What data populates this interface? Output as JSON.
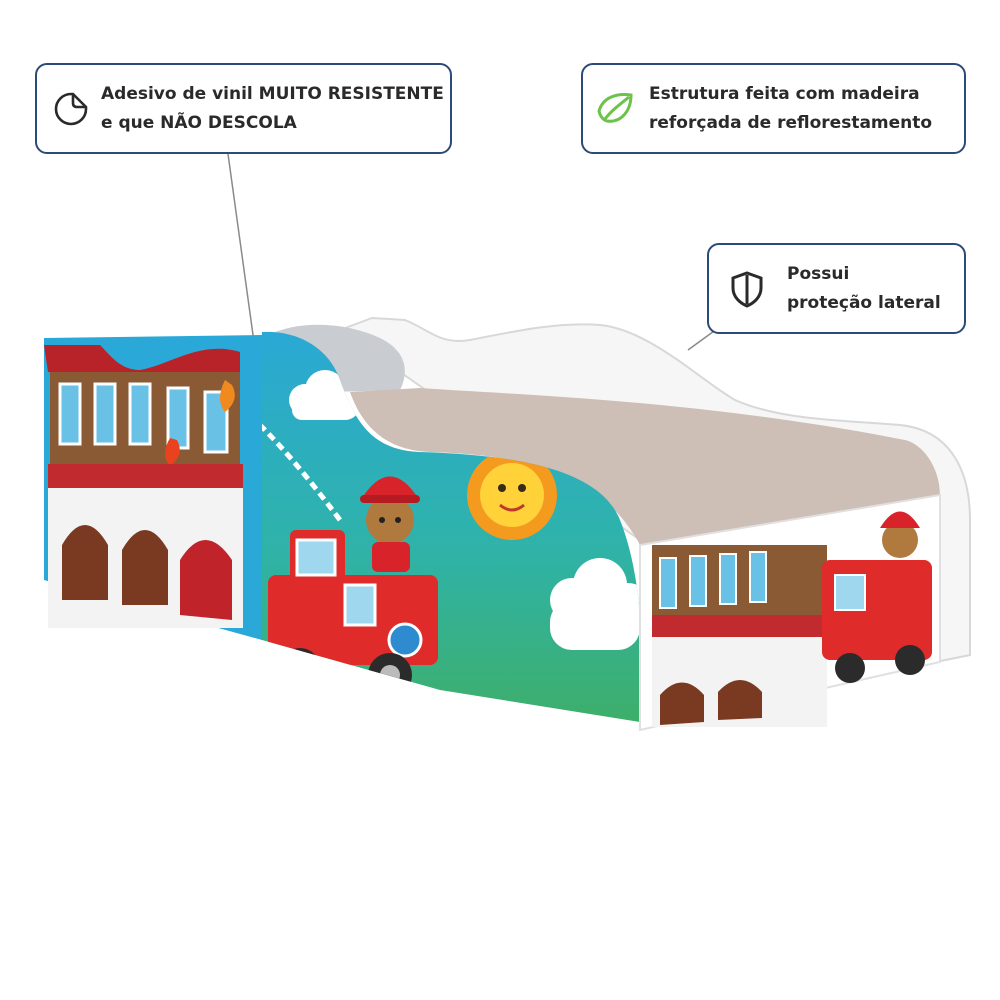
{
  "callouts": [
    {
      "name": "vinyl-sticker",
      "icon": "sticker-icon",
      "lines": [
        "Adesivo de vinil MUITO RESISTENTE",
        "e que NÃO DESCOLA"
      ]
    },
    {
      "name": "wood-structure",
      "icon": "leaf-icon",
      "lines": [
        "Estrutura feita com madeira",
        "reforçada de reflorestamento"
      ]
    },
    {
      "name": "side-protection",
      "icon": "shield-icon",
      "lines": [
        "Possui",
        "proteção lateral"
      ]
    }
  ],
  "colors": {
    "border": "#2b4a78",
    "leaf": "#6cc24a",
    "text": "#2a2a2a"
  },
  "product": "fire-station themed children's car bed"
}
